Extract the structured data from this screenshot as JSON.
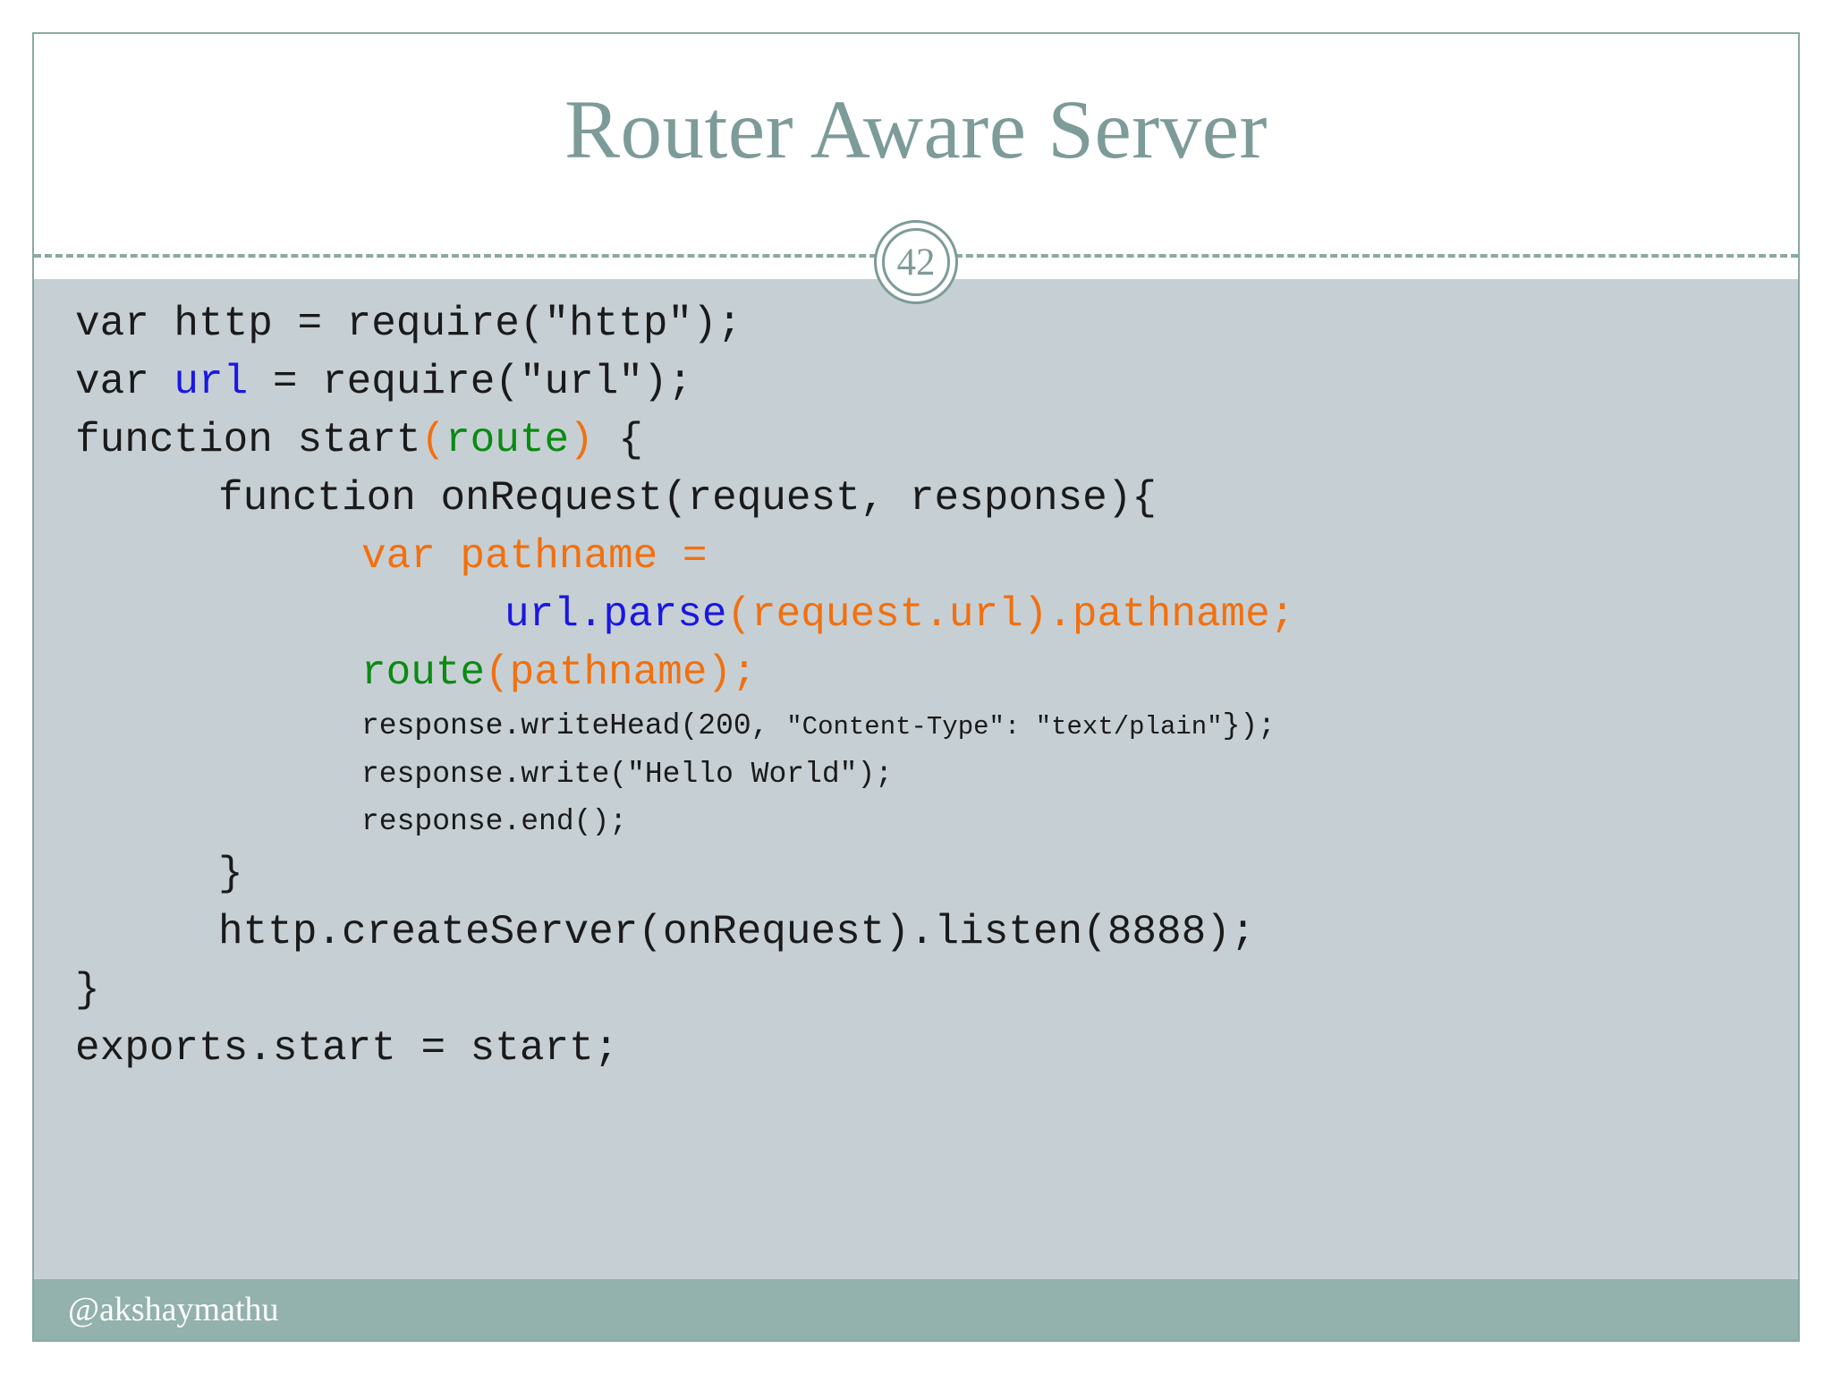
{
  "slide": {
    "title": "Router Aware Server",
    "page_number": "42",
    "footer_handle": "@akshaymathu",
    "colors": {
      "title": "#7d9b98",
      "divider": "#8aa8a4",
      "code_panel_bg": "#c6d0d4",
      "footer_bar": "#93b1ad",
      "code_default": "#1a1a1a",
      "token_blue": "#1a17e0",
      "token_orange": "#f2700f",
      "token_green": "#0b8a12"
    }
  },
  "code": {
    "language": "javascript",
    "lines": [
      {
        "indent": 0,
        "size": "normal",
        "tokens": [
          {
            "text": "var http = require(\"http\");",
            "color": "plain"
          }
        ]
      },
      {
        "indent": 0,
        "size": "normal",
        "tokens": [
          {
            "text": "var ",
            "color": "plain"
          },
          {
            "text": "url",
            "color": "blue"
          },
          {
            "text": " = require(\"url\");",
            "color": "plain"
          }
        ]
      },
      {
        "indent": 0,
        "size": "normal",
        "tokens": [
          {
            "text": "function start",
            "color": "plain"
          },
          {
            "text": "(",
            "color": "orange"
          },
          {
            "text": "route",
            "color": "green"
          },
          {
            "text": ")",
            "color": "orange"
          },
          {
            "text": " {",
            "color": "plain"
          }
        ]
      },
      {
        "indent": 1,
        "size": "normal",
        "tokens": [
          {
            "text": "function onRequest(request, response){",
            "color": "plain"
          }
        ]
      },
      {
        "indent": 2,
        "size": "normal",
        "tokens": [
          {
            "text": "var pathname =",
            "color": "orange"
          }
        ]
      },
      {
        "indent": 3,
        "size": "normal",
        "tokens": [
          {
            "text": "url.parse",
            "color": "blue"
          },
          {
            "text": "(request.url).pathname;",
            "color": "orange"
          }
        ]
      },
      {
        "indent": 2,
        "size": "normal",
        "tokens": [
          {
            "text": "route",
            "color": "green"
          },
          {
            "text": "(pathname);",
            "color": "orange"
          }
        ]
      },
      {
        "indent": 2,
        "size": "small",
        "tokens": [
          {
            "text": "response.writeHead(200, ",
            "color": "plain"
          },
          {
            "text": "\"Content-Type\": \"text/plain\"",
            "color": "plain",
            "tiny": true
          },
          {
            "text": "});",
            "color": "plain"
          }
        ]
      },
      {
        "indent": 2,
        "size": "small",
        "tokens": [
          {
            "text": "response.write(\"Hello World\");",
            "color": "plain"
          }
        ]
      },
      {
        "indent": 2,
        "size": "small",
        "tokens": [
          {
            "text": "response.end();",
            "color": "plain"
          }
        ]
      },
      {
        "indent": 1,
        "size": "normal",
        "tokens": [
          {
            "text": "}",
            "color": "plain"
          }
        ]
      },
      {
        "indent": 1,
        "size": "normal",
        "tokens": [
          {
            "text": "http.createServer(onRequest).listen(8888);",
            "color": "plain"
          }
        ]
      },
      {
        "indent": 0,
        "size": "normal",
        "tokens": [
          {
            "text": "}",
            "color": "plain"
          }
        ]
      },
      {
        "indent": 0,
        "size": "normal",
        "tokens": [
          {
            "text": "exports.start = start;",
            "color": "plain"
          }
        ]
      }
    ]
  }
}
